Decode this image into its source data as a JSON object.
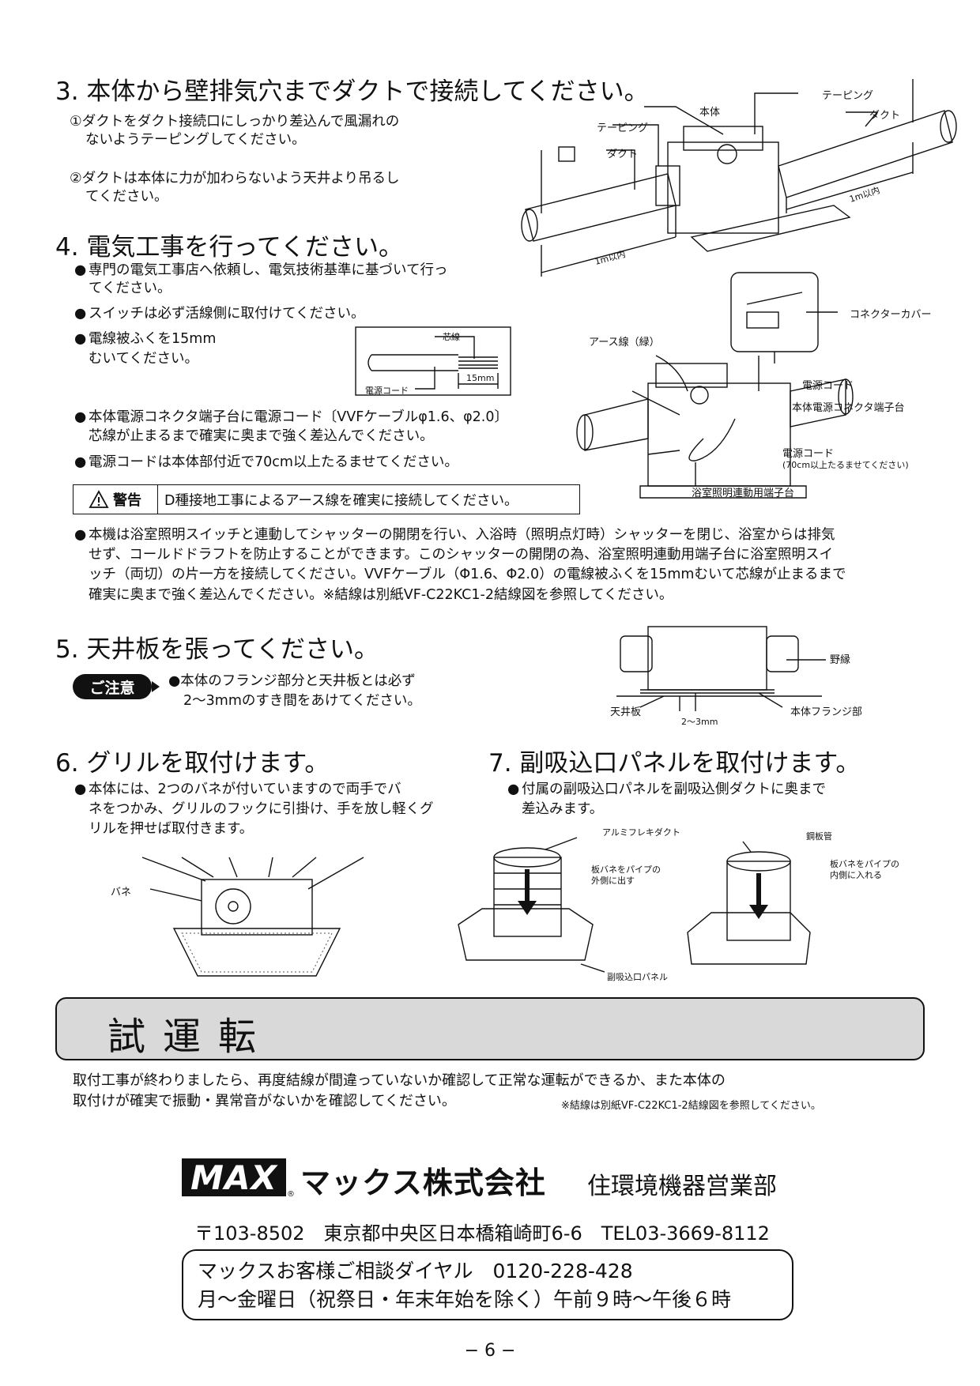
{
  "s3": {
    "title": "3. 本体から壁排気穴までダクトで接続してください。",
    "i1a": "①ダクトをダクト接続口にしっかり差込んで風漏れの",
    "i1b": "ないようテーピングしてください。",
    "i2a": "②ダクトは本体に力が加わらないよう天井より吊るし",
    "i2b": "てください。",
    "lbl_honntai": "本体",
    "lbl_taping_l": "テーピング",
    "lbl_duct_l": "ダクト",
    "lbl_taping_r": "テーピング",
    "lbl_duct_r": "ダクト",
    "lbl_1m_l": "1m以内",
    "lbl_1m_r": "1m以内"
  },
  "s4": {
    "title": "4. 電気工事を行ってください。",
    "b1a": "専門の電気工事店へ依頼し、電気技術基準に基づいて行っ",
    "b1b": "てください。",
    "b2": "スイッチは必ず活線側に取付けてください。",
    "b3a": "電線被ふくを15mm",
    "b3b": "むいてください。",
    "wire_core": "芯線",
    "wire_cord": "電源コード",
    "wire_15": "15mm",
    "b4a": "本体電源コネクタ端子台に電源コード〔VVFケーブルφ1.6、φ2.0〕",
    "b4b": "芯線が止まるまで確実に奥まで強く差込んでください。",
    "b5": "電源コードは本体部付近で70cm以上たるませてください。",
    "warning_label": "警告",
    "warning_text": "D種接地工事によるアース線を確実に接続してください。",
    "lbl_earth": "アース線（緑）",
    "lbl_connector_cover": "コネクターカバー",
    "lbl_cord": "電源コード",
    "lbl_terminal": "本体電源コネクタ端子台",
    "lbl_cord2": "電源コード",
    "lbl_cord2_note": "(70cm以上たるませてください)",
    "lbl_light_terminal": "浴室照明連動用端子台",
    "p1": "本機は浴室照明スイッチと連動してシャッターの開閉を行い、入浴時（照明点灯時）シャッターを閉じ、浴室からは排気",
    "p2": "せず、コールドドラフトを防止することができます。このシャッターの開閉の為、浴室照明連動用端子台に浴室照明スイ",
    "p3": "ッチ（両切）の片一方を接続してください。VVFケーブル（Φ1.6、Φ2.0）の電線被ふくを15mmむいて芯線が止まるまで",
    "p4": "確実に奥まで強く差込んでください。※結線は別紙VF-C22KC1-2結線図を参照してください。"
  },
  "s5": {
    "title": "5. 天井板を張ってください。",
    "caution": "ご注意",
    "t1": "●本体のフランジ部分と天井板とは必ず",
    "t2": "2〜3mmのすき間をあけてください。",
    "lbl_nobuchi": "野縁",
    "lbl_tenjo": "天井板",
    "lbl_gap": "2〜3mm",
    "lbl_flange": "本体フランジ部"
  },
  "s6": {
    "title": "6. グリルを取付けます。",
    "t1": "本体には、2つのバネが付いていますので両手でバ",
    "t2": "ネをつかみ、グリルのフックに引掛け、手を放し軽くグ",
    "t3": "リルを押せば取付きます。",
    "lbl_bane": "バネ"
  },
  "s7": {
    "title": "7. 副吸込口パネルを取付けます。",
    "t1": "付属の副吸込口パネルを副吸込側ダクトに奥まで",
    "t2": "差込みます。",
    "lbl_alumi": "アルミフレキダクト",
    "lbl_kouhan": "鋼板管",
    "lbl_out1": "板バネをパイプの",
    "lbl_out2": "外側に出す",
    "lbl_in1": "板バネをパイプの",
    "lbl_in2": "内側に入れる",
    "lbl_panel": "副吸込口パネル"
  },
  "trial": {
    "title": "試運転",
    "t1": "取付工事が終わりましたら、再度結線が間違っていないか確認して正常な運転ができるか、また本体の",
    "t2": "取付けが確実で振動・異常音がないかを確認してください。",
    "note": "※結線は別紙VF-C22KC1-2結線図を参照してください。"
  },
  "footer": {
    "logo": "MAX",
    "reg": "®",
    "company": "マックス株式会社",
    "dept": "住環境機器営業部",
    "address": "〒103-8502　東京都中央区日本橋箱崎町6-6　TEL03-3669-8112",
    "dial1": "マックスお客様ご相談ダイヤル　0120-228-428",
    "dial2": "月〜金曜日（祝祭日・年末年始を除く）午前９時〜午後６時",
    "page": "− 6 −"
  }
}
